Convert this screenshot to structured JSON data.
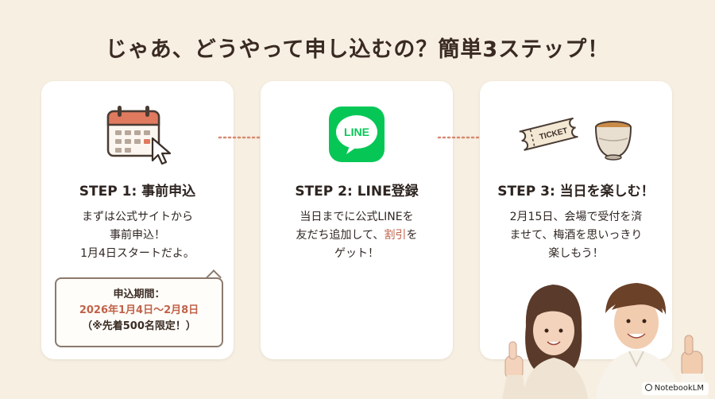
{
  "page": {
    "title": "じゃあ、どうやって申し込むの？簡単3ステップ！"
  },
  "steps": [
    {
      "icon": "calendar-icon",
      "title": "STEP 1: 事前申込",
      "lines": [
        "まずは公式サイトから",
        "事前申込！",
        "1月4日スタートだよ。"
      ]
    },
    {
      "icon": "line-app-icon",
      "icon_text": "LINE",
      "title": "STEP 2: LINE登録",
      "lines": [
        "当日までに公式LINEを",
        "友だち追加して、",
        "割引",
        "を",
        "ゲット！"
      ]
    },
    {
      "icon": "ticket-and-sake-cup-icon",
      "icon_text": "TICKET",
      "title": "STEP 3: 当日を楽しむ！",
      "lines": [
        "2月15日、会場で受付を済",
        "ませて、梅酒を思いっきり",
        "楽しもう！"
      ]
    }
  ],
  "callout": {
    "heading": "申込期間：",
    "period": "2026年1月4日～2月8日",
    "note": "（※先着500名限定！）"
  },
  "branding": {
    "label": "NotebookLM"
  },
  "colors": {
    "background": "#f6efe2",
    "accent": "#c0634a",
    "line_green": "#06c755",
    "card": "#ffffff"
  }
}
